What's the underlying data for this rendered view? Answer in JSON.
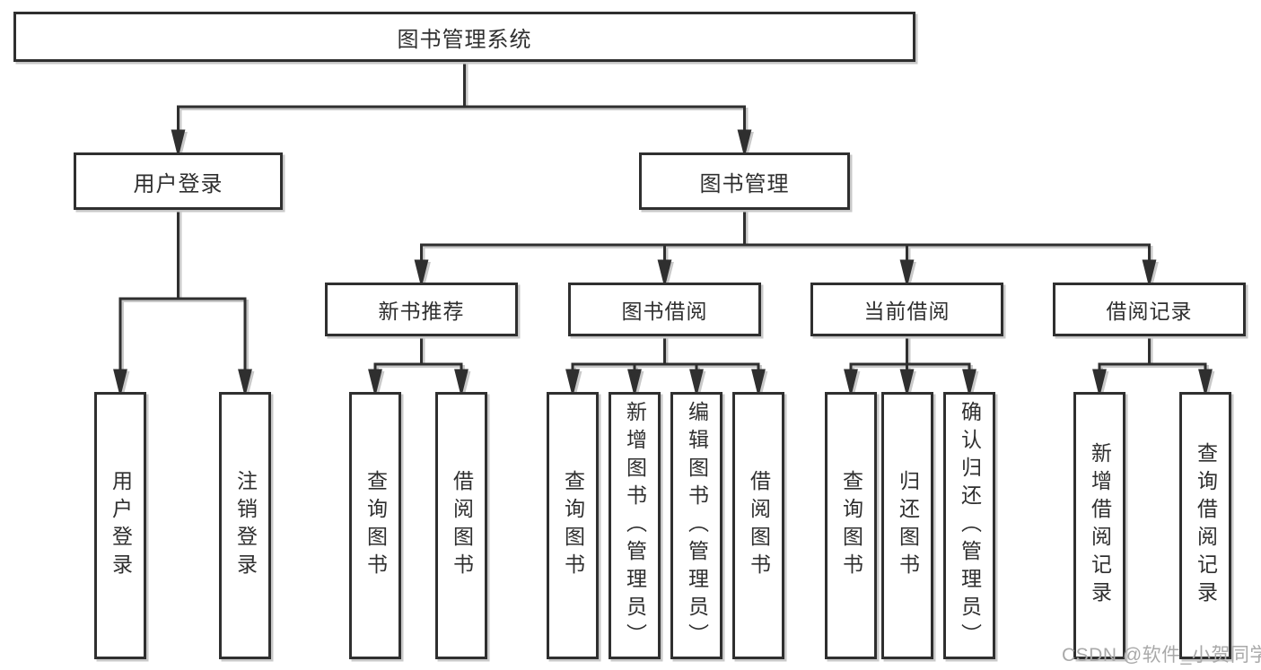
{
  "colors": {
    "line": "#2f2f2f",
    "box_border": "#2f2f2f",
    "text": "#2f2f2f",
    "shadow": "#c9c9c9",
    "watermark": "#a9a9a9",
    "background": "#ffffff"
  },
  "watermark": {
    "text": "CSDN @软件_小贺同学"
  },
  "tree": {
    "label": "图书管理系统",
    "children": [
      {
        "label": "用户登录",
        "children": [
          {
            "label": "用户登录"
          },
          {
            "label": "注销登录"
          }
        ]
      },
      {
        "label": "图书管理",
        "children": [
          {
            "label": "新书推荐",
            "children": [
              {
                "label": "查询图书"
              },
              {
                "label": "借阅图书"
              }
            ]
          },
          {
            "label": "图书借阅",
            "children": [
              {
                "label": "查询图书"
              },
              {
                "label": "新增图书（管理员）"
              },
              {
                "label": "编辑图书（管理员）"
              },
              {
                "label": "借阅图书"
              }
            ]
          },
          {
            "label": "当前借阅",
            "children": [
              {
                "label": "查询图书"
              },
              {
                "label": "归还图书"
              },
              {
                "label": "确认归还（管理员）"
              }
            ]
          },
          {
            "label": "借阅记录",
            "children": [
              {
                "label": "新增借阅记录"
              },
              {
                "label": "查询借阅记录"
              }
            ]
          }
        ]
      }
    ]
  }
}
